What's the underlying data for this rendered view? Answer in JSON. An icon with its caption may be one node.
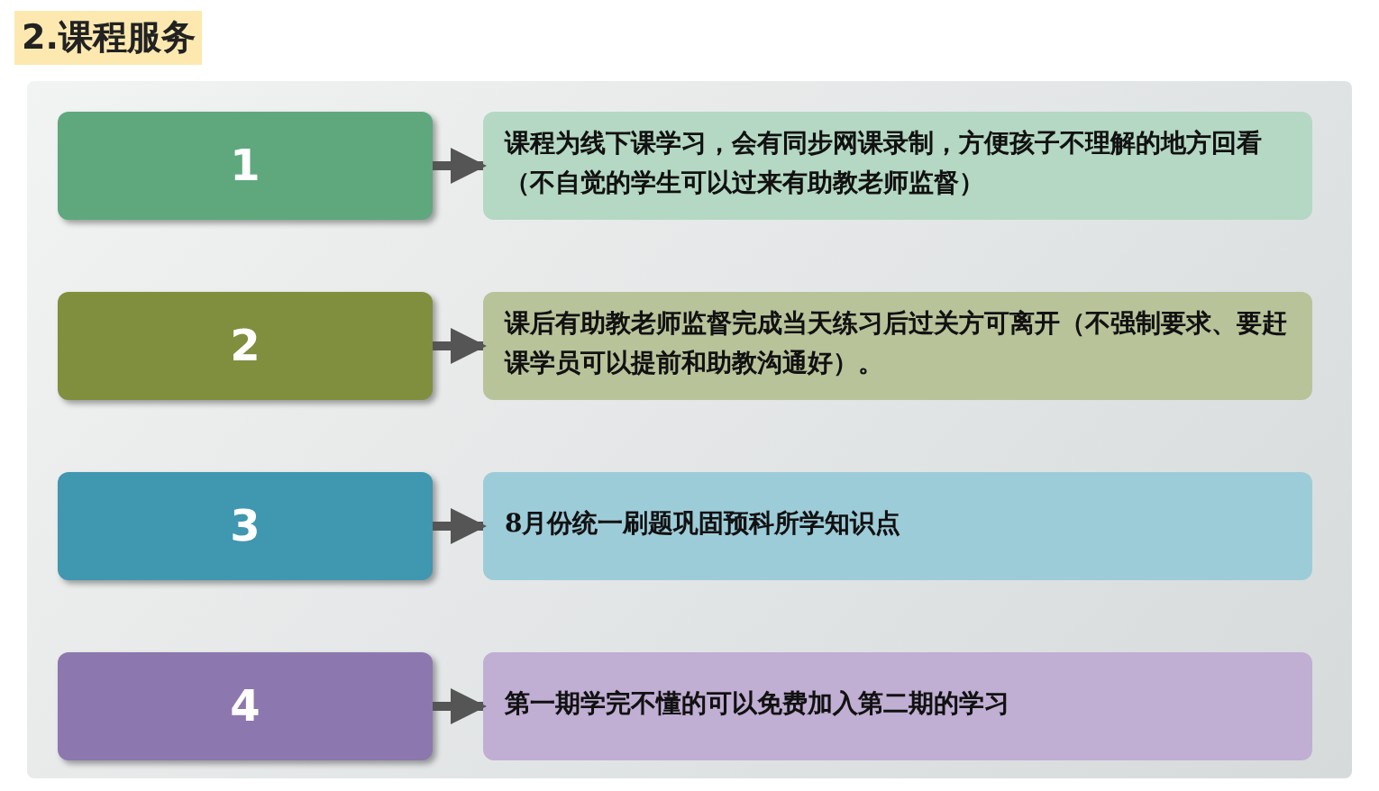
{
  "diagram": {
    "title": "2.课程服务",
    "nodes": [
      {
        "text": [
          "1"
        ]
      },
      {
        "text": [
          "课程为线下课学习，会有同步网课录制，方便孩子不理解的地方回看（不自觉的学生可以过来有助教老师监督）"
        ]
      },
      {
        "text": [
          "2"
        ]
      },
      {
        "text": [
          "课后有助教老师监督完成当天练习后过关方可离开（不强制要求、要赶课学员可以提前和助教沟通好）。"
        ]
      },
      {
        "text": [
          "3"
        ]
      },
      {
        "text": [
          "8月份统一刷题巩固预科所学知识点"
        ]
      },
      {
        "text": [
          "4"
        ]
      },
      {
        "text": [
          "第一期学完不懂的可以免费加入第二期的学习"
        ]
      }
    ],
    "edges": [
      {
        "from": 0,
        "to": 1,
        "arrow": "to"
      },
      {
        "from": 2,
        "to": 3,
        "arrow": "to"
      },
      {
        "from": 4,
        "to": 5,
        "arrow": "to"
      },
      {
        "from": 6,
        "to": 7,
        "arrow": "to"
      }
    ]
  }
}
